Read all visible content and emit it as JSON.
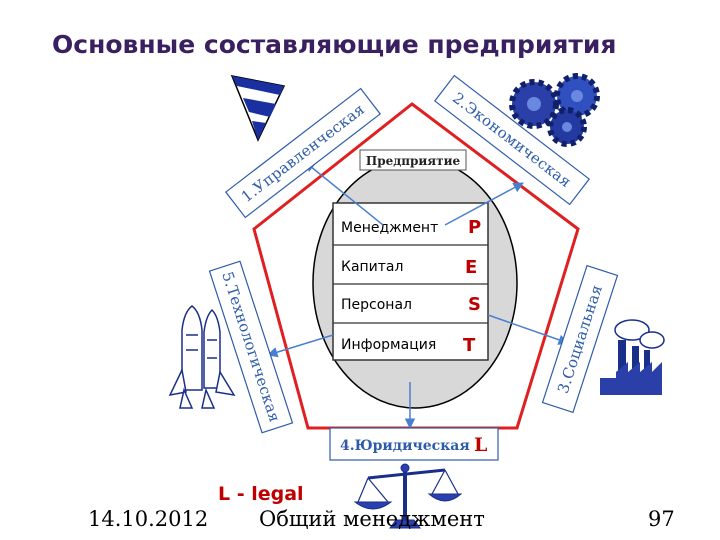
{
  "title": "Основные составляющие предприятия",
  "enterprise_label": "Предприятие",
  "rows": [
    {
      "label": "Менеджмент",
      "letter": "P"
    },
    {
      "label": "Капитал",
      "letter": "E"
    },
    {
      "label": "Персонал",
      "letter": "S"
    },
    {
      "label": "Информация",
      "letter": "T"
    }
  ],
  "components": {
    "managerial": "1.Управленческая",
    "economic": "2.Экономическая",
    "social": "3.Социальная",
    "legal": "4.Юридическая",
    "legal_letter": "L",
    "technological": "5.Технологическая"
  },
  "legal_note": "L - legal",
  "footer": {
    "date": "14.10.2012",
    "course": "Общий менеджмент",
    "page": "97"
  },
  "colors": {
    "pentagon": "#e02020",
    "band_text": "#2e5caa",
    "arrows": "#4a7fd0",
    "letters": "#c00000",
    "title": "#3a2060"
  },
  "icons": [
    "cone-icon",
    "gears-icon",
    "shuttle-icon",
    "factory-icon",
    "scales-icon"
  ]
}
